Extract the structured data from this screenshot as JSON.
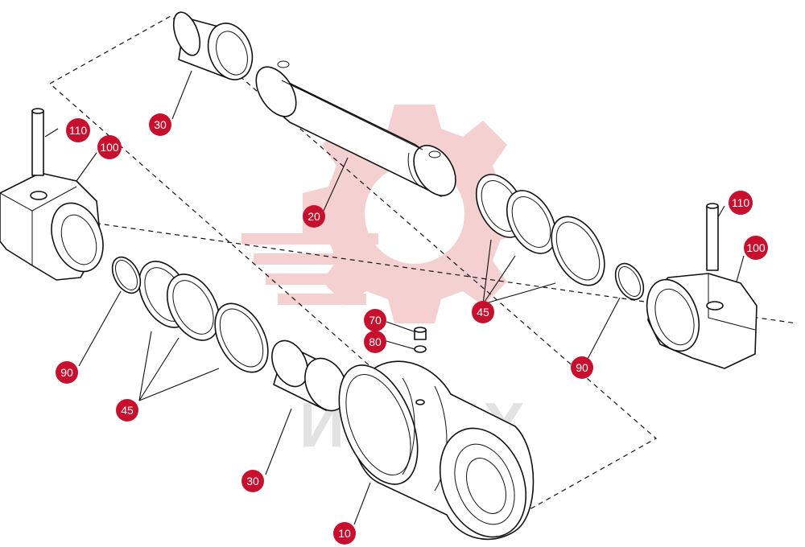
{
  "watermark": {
    "text": "ИНТЕХ",
    "gear_color": "#f4c8c8",
    "text_color": "#e2e2e2"
  },
  "callout_color": "#c8102e",
  "callouts": {
    "c10": "10",
    "c20": "20",
    "c30_top": "30",
    "c30_bottom": "30",
    "c45_left": "45",
    "c45_right": "45",
    "c70": "70",
    "c80": "80",
    "c90_left": "90",
    "c90_right": "90",
    "c100_left": "100",
    "c100_right": "100",
    "c110_left": "110",
    "c110_right": "110"
  }
}
